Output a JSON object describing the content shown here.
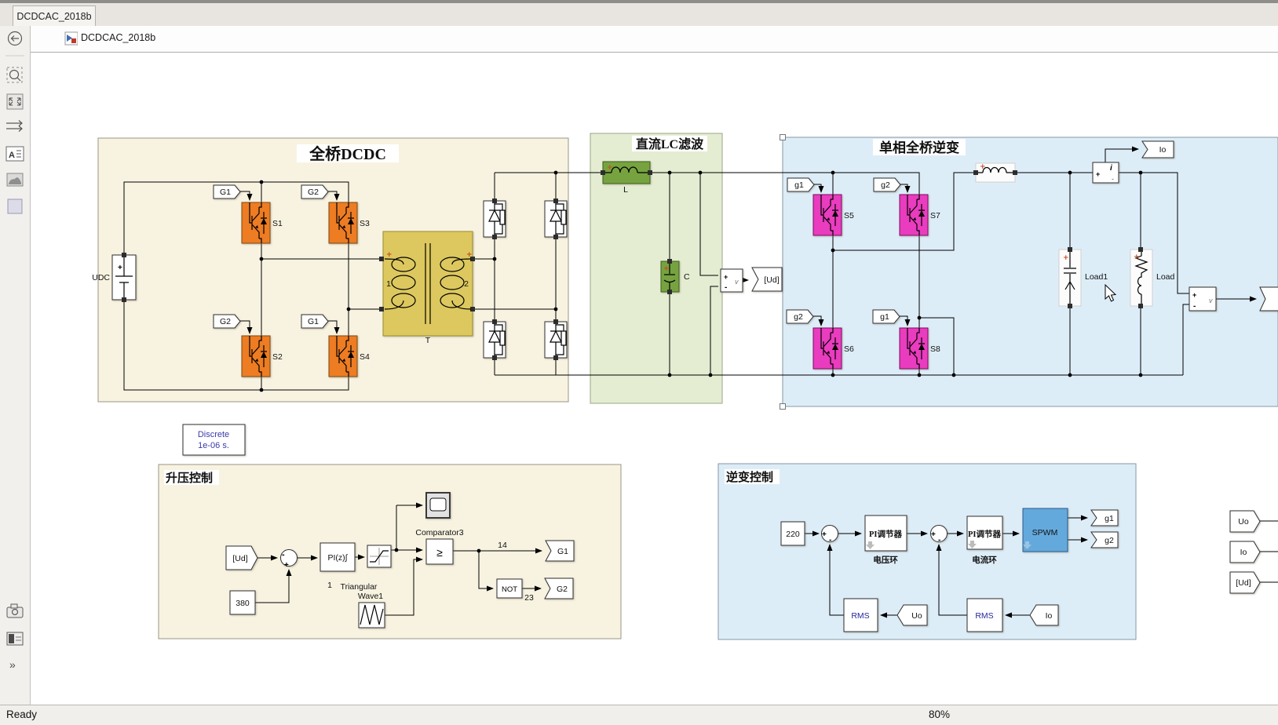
{
  "window": {
    "tab_title": "DCDCAC_2018b",
    "breadcrumb": "DCDCAC_2018b",
    "status": "Ready",
    "zoom_level": "80%",
    "toolbar_more": "»"
  },
  "colors": {
    "igbt_primary": "#ED7C23",
    "igbt_inverter": "#E93CBE",
    "transformer": "#DCC85E",
    "lc_green": "#76A33F",
    "area_cream": "#F8F3E1",
    "area_green": "#E4EDD2",
    "area_blue": "#DDEDF8",
    "spwm_blue": "#64A9DC",
    "discrete_text": "#3A3AA8",
    "rms_text": "#26269B",
    "polarity_mark": "#C8481F"
  },
  "areas": {
    "dcdc_title": "全桥DCDC",
    "lc_title": "直流LC滤波",
    "inverter_title": "单相全桥逆变",
    "boost_title": "升压控制",
    "invctl_title": "逆变控制"
  },
  "dcdc": {
    "source": "UDC",
    "g1": "G1",
    "g2": "G2",
    "s1": "S1",
    "s2": "S2",
    "s3": "S3",
    "s4": "S4",
    "transformer": "T",
    "w1": "1",
    "w2": "2"
  },
  "lc": {
    "l": "L",
    "c": "C"
  },
  "tags": {
    "ud": "[Ud]"
  },
  "inverter": {
    "g1": "g1",
    "g2": "g2",
    "s5": "S5",
    "s6": "S6",
    "s7": "S7",
    "s8": "S8",
    "io": "Io",
    "load1": "Load1",
    "load": "Load"
  },
  "discrete": {
    "line1": "Discrete",
    "line2": "1e-06 s."
  },
  "boost": {
    "ud_from": "[Ud]",
    "ref": "380",
    "pi": "PI(z)∫",
    "pi_name": "1",
    "tri1": "Triangular",
    "tri2": "Wave1",
    "comparator": "Comparator3",
    "gte": "≥",
    "not_label": "NOT",
    "sig14": "14",
    "sig23": "23",
    "g1": "G1",
    "g2": "G2"
  },
  "invctl": {
    "ref": "220",
    "pi": "PI调节器",
    "loop_v": "电压环",
    "loop_i": "电流环",
    "spwm": "SPWM",
    "rms": "RMS",
    "uo": "Uo",
    "io": "Io",
    "g1": "g1",
    "g2": "g2"
  },
  "edge": {
    "uo": "Uo",
    "io": "Io",
    "ud": "[Ud]"
  },
  "glyphs": {
    "plus": "+",
    "minus": "-",
    "v": "v",
    "i": "i"
  }
}
